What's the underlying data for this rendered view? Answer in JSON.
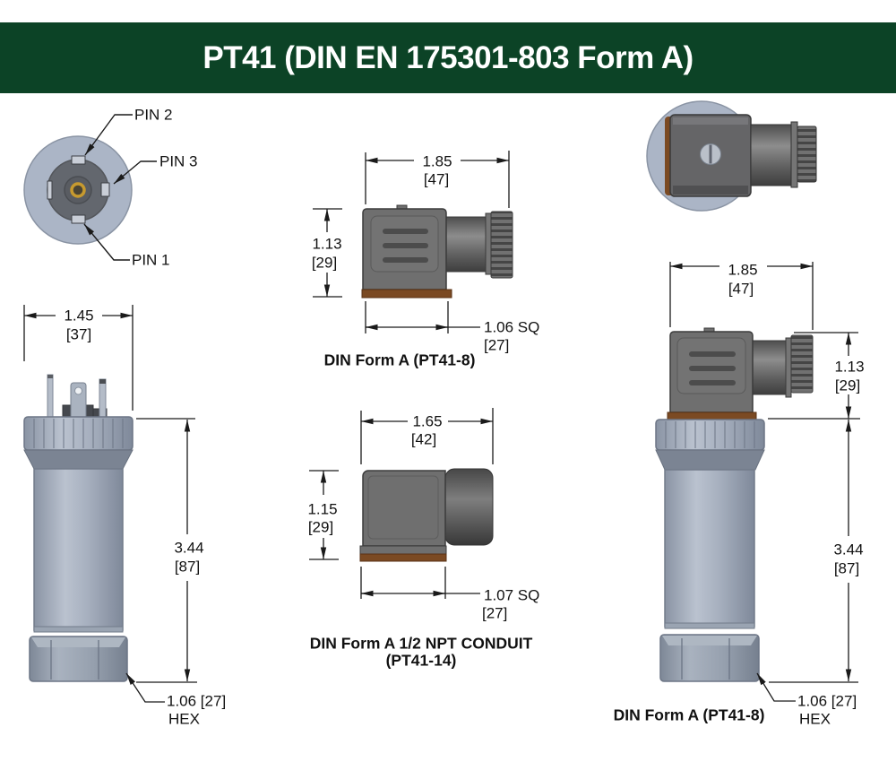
{
  "header": {
    "title": "PT41 (DIN EN 175301-803 Form A)"
  },
  "colors": {
    "header_green": "#0c4326",
    "line_black": "#1a1a1a",
    "connector_gray": "#6f6f6f",
    "gasket_brown": "#7b4a23",
    "metal_blue_gray": "#a9b4c5",
    "gold_contact": "#c79a2f"
  },
  "views": {
    "top_view": {
      "pin1": "PIN 1",
      "pin2": "PIN 2",
      "pin3": "PIN 3"
    },
    "transducer_view": {
      "width_in": "1.45",
      "width_mm": "[37]",
      "height_in": "3.44",
      "height_mm": "[87]",
      "hex": "1.06 [27]",
      "hex_label": "HEX"
    },
    "din_form_a_view": {
      "width_in": "1.85",
      "width_mm": "[47]",
      "height_in": "1.13",
      "height_mm": "[29]",
      "square_in": "1.06 SQ",
      "square_mm": "[27]",
      "caption": "DIN Form A (PT41-8)"
    },
    "conduit_view": {
      "width_in": "1.65",
      "width_mm": "[42]",
      "height_in": "1.15",
      "height_mm": "[29]",
      "square_in": "1.07 SQ",
      "square_mm": "[27]",
      "caption_line1": "DIN Form A 1/2 NPT CONDUIT",
      "caption_line2": "(PT41-14)"
    },
    "assembly_view": {
      "width_in": "1.85",
      "width_mm": "[47]",
      "conn_height_in": "1.13",
      "conn_height_mm": "[29]",
      "height_in": "3.44",
      "height_mm": "[87]",
      "hex": "1.06 [27]",
      "hex_label": "HEX",
      "caption": "DIN Form A (PT41-8)"
    }
  }
}
